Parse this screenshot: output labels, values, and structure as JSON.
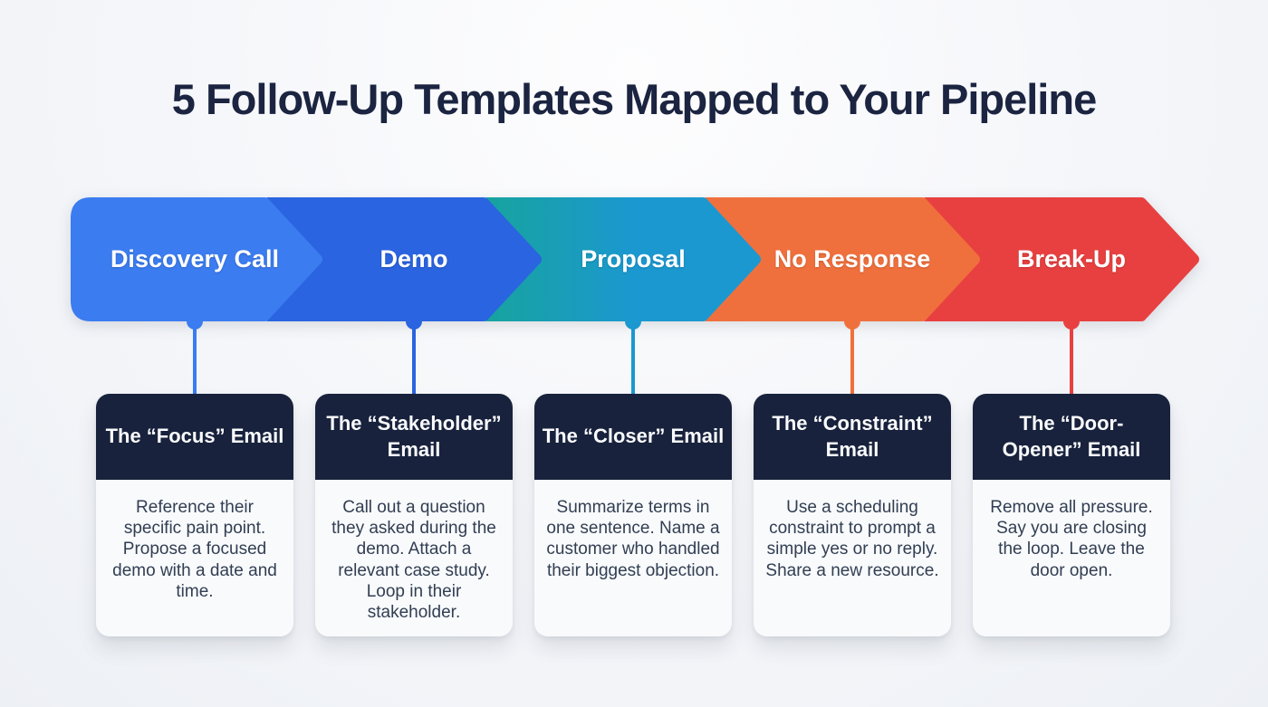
{
  "title": "5 Follow-Up Templates Mapped to Your Pipeline",
  "colors": {
    "background": "#f2f4f8",
    "title": "#1b2440",
    "card_header": "#18223c",
    "card_body_bg": "#f8fafc",
    "card_body_text": "#323e52",
    "teal_left": "#17a39f",
    "teal_right": "#1b98d0"
  },
  "stages": [
    {
      "label": "Discovery Call",
      "color": "#3b7cf0",
      "card_title": "The “Focus” Email",
      "card_body": "Reference their specific pain point. Propose a focused demo with a date and time."
    },
    {
      "label": "Demo",
      "color": "#2a64e0",
      "card_title": "The “Stakeholder” Email",
      "card_body": "Call out a question they asked during the demo. Attach a relevant case study. Loop in their stakeholder."
    },
    {
      "label": "Proposal",
      "color": "#1b98d0",
      "card_title": "The “Closer” Email",
      "card_body": "Summarize terms in one sentence. Name a customer who handled their biggest objection."
    },
    {
      "label": "No Response",
      "color": "#f0703d",
      "card_title": "The “Constraint” Email",
      "card_body": "Use a scheduling constraint to prompt a simple yes or no reply. Share a new resource."
    },
    {
      "label": "Break-Up",
      "color": "#e84040",
      "card_title": "The “Door-Opener” Email",
      "card_body": "Remove all pressure. Say you are closing the loop. Leave the door open."
    }
  ]
}
